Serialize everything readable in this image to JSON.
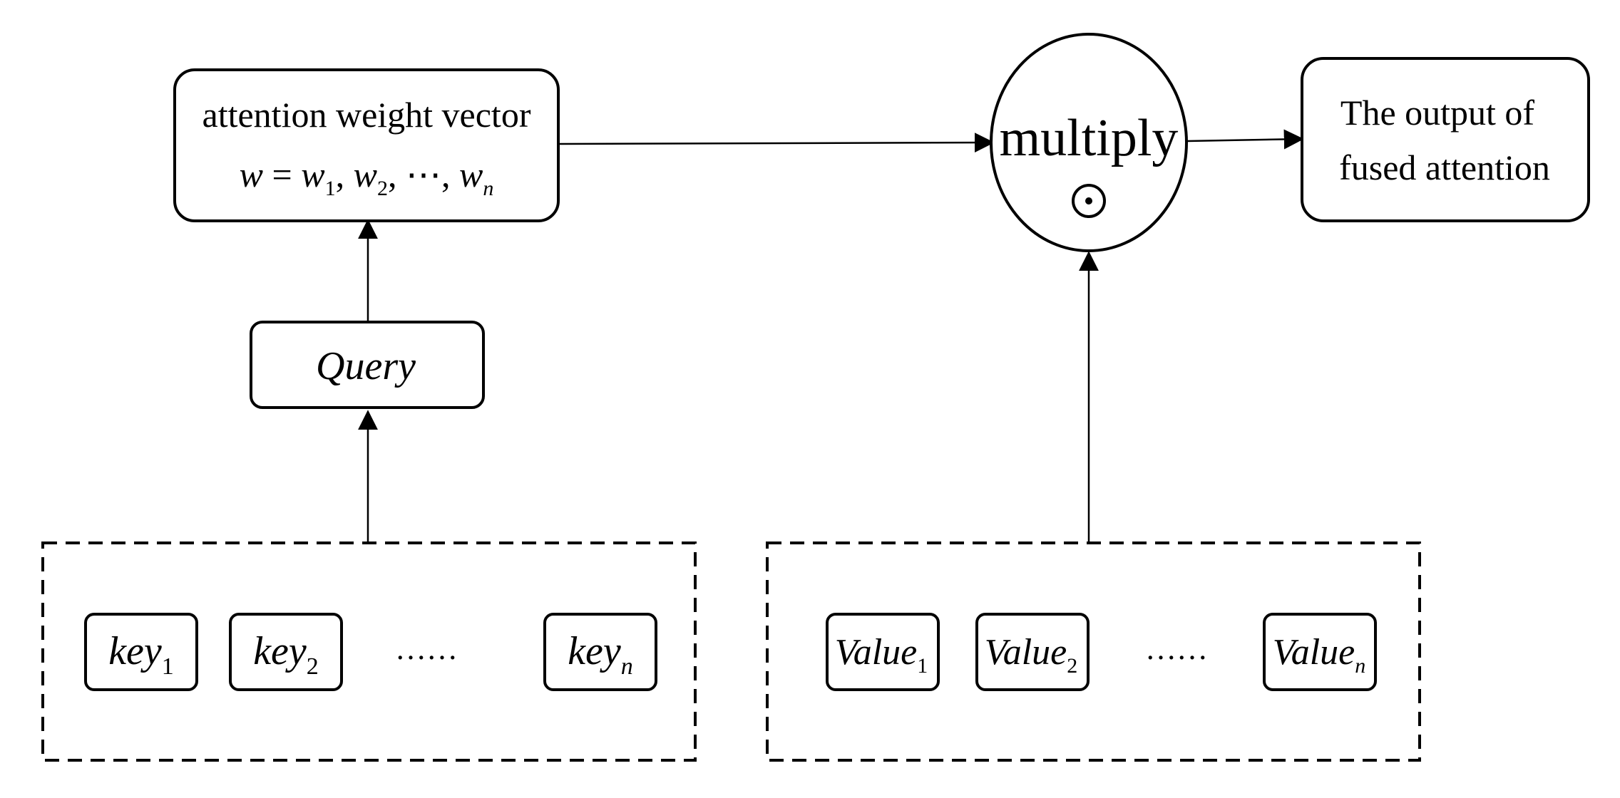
{
  "nodes": {
    "attention_box": {
      "title": "attention weight vector",
      "formula": {
        "lhs": "w",
        "eq": " = ",
        "terms": [
          {
            "base": "w",
            "sub": "1"
          },
          {
            "base": "w",
            "sub": "2"
          }
        ],
        "ellipsis": "⋯",
        "last": {
          "base": "w",
          "sub": "n"
        },
        "sep": ", "
      }
    },
    "query": {
      "label": "Query"
    },
    "multiply": {
      "label": "multiply",
      "symbol": "⊙"
    },
    "output": {
      "line1": "The output of",
      "line2": "fused attention"
    },
    "keys": {
      "items": [
        {
          "base": "key",
          "sub": "1"
        },
        {
          "base": "key",
          "sub": "2"
        },
        {
          "base": "key",
          "sub": "n"
        }
      ],
      "ellipsis": "……"
    },
    "values": {
      "items": [
        {
          "base": "Value",
          "sub": "1"
        },
        {
          "base": "Value",
          "sub": "2"
        },
        {
          "base": "Value",
          "sub": "n"
        }
      ],
      "ellipsis": "……"
    }
  },
  "edges": [
    {
      "from": "keys",
      "to": "query"
    },
    {
      "from": "query",
      "to": "attention_box"
    },
    {
      "from": "attention_box",
      "to": "multiply"
    },
    {
      "from": "values",
      "to": "multiply"
    },
    {
      "from": "multiply",
      "to": "output"
    }
  ],
  "colors": {
    "stroke": "#000000",
    "background": "#ffffff"
  }
}
